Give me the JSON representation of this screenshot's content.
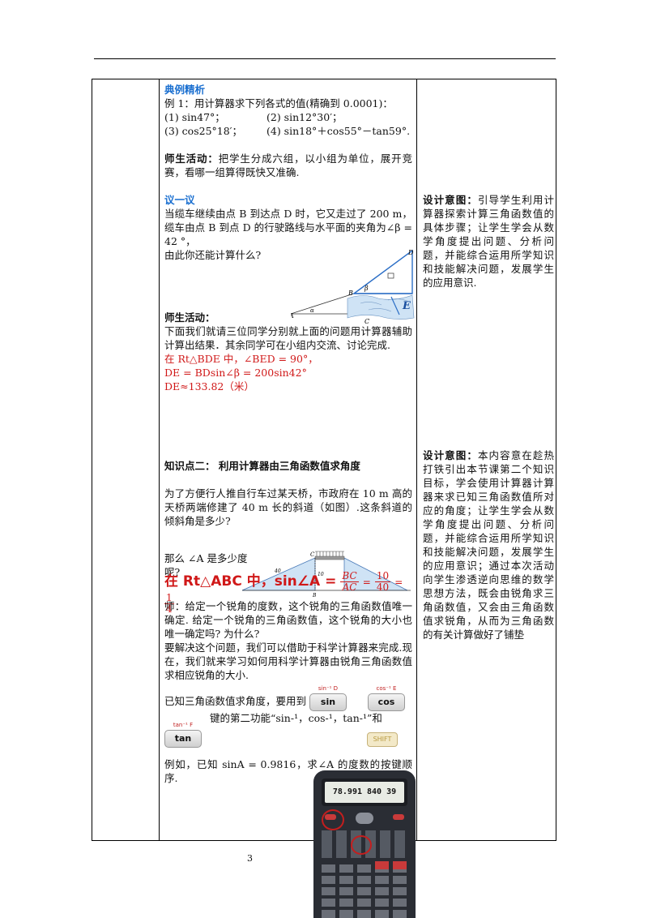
{
  "example": {
    "heading": "典例精析",
    "problem": "例 1：用计算器求下列各式的值(精确到 0.0001)：",
    "item1": "(1) sin47°；",
    "item2": "(2) sin12°30′；",
    "item3": "(3) cos25°18′；",
    "item4": "(4) sin18°＋cos55°－tan59°.",
    "activity_label": "师生活动：",
    "activity_text": "把学生分成六组，以小组为单位，展开竞赛，看哪一组算得既快又准确."
  },
  "discuss": {
    "heading": "议一议",
    "text": "当缆车继续由点 B 到达点 D 时，它又走过了 200 m，缆车由点 B 到点 D 的行驶路线与水平面的夹角为∠β = 42 °，",
    "question": "由此你还能计算什么?",
    "activity_label": "师生活动：",
    "activity_text": "下面我们就请三位同学分别就上面的问题用计算器辅助计算出结果．其余同学可在小组内交流、讨论完成.",
    "sol1": "在 Rt△BDE 中，∠BED = 90°，",
    "sol2": "DE = BDsin∠β = 200sin42°",
    "sol3": "DE≈133.82（米）"
  },
  "figure1": {
    "label_d": "D",
    "label_b": "B",
    "label_a": "A",
    "label_c": "C",
    "label_e": "E",
    "label_beta": "β",
    "label_alpha": "α"
  },
  "knowledge": {
    "heading": "知识点二：  利用计算器由三角函数值求角度",
    "problem": "为了方便行人推自行车过某天桥，市政府在 10 m 高的天桥两端修建了 40 m 长的斜道（如图）.这条斜道的倾斜角是多少?",
    "question": "那么 ∠A 是多少度呢?",
    "formula_prefix": "在 Rt△ABC 中，sin∠A =",
    "frac1_num": "BC",
    "frac1_den": "AC",
    "frac2_num": "10",
    "frac2_den": "40",
    "frac3_num": "1",
    "frac3_den": "4",
    "eq": "=",
    "teacher": "师：给定一个锐角的度数，这个锐角的三角函数值唯一确定. 给定一个锐角的三角函数值，这个锐角的大小也唯一确定吗? 为什么?",
    "solve": "要解决这个问题，我们可以借助于科学计算器来完成.现在，我们就来学习如何用科学计算器由锐角三角函数值求相应锐角的大小.",
    "keys_text1": "已知三角函数值求角度，要用到",
    "keys_text2": "键的第二功能“sin-¹，cos-¹，tan-¹”和",
    "example": "例如，已知 sinA = 0.9816，求∠A 的度数的按键顺序."
  },
  "figure2": {
    "label_c": "C",
    "label_b": "B",
    "label_40": "40",
    "label_10": "10"
  },
  "keys": {
    "sin": "sin",
    "sin_cap": "sin⁻¹ D",
    "cos": "cos",
    "cos_cap": "cos⁻¹ E",
    "tan": "tan",
    "tan_cap": "tan⁻¹ F",
    "shift": "SHIFT"
  },
  "calculator": {
    "display": "78.991 840 39"
  },
  "design1": {
    "label": "设计意图：",
    "text": "引导学生利用计算器探索计算三角函数值的具体步骤；让学生学会从数学角度提出问题、分析问题，并能综合运用所学知识和技能解决问题，发展学生的应用意识."
  },
  "design2": {
    "label": "设计意图：",
    "text": "本内容意在趁热打铁引出本节课第二个知识目标，学会使用计算器计算器来求已知三角函数值所对应的角度；让学生学会从数学角度提出问题、分析问题，并能综合运用所学知识和技能解决问题，发展学生的应用意识；通过本次活动向学生渗透逆向思维的数学思想方法，既会由锐角求三角函数值，又会由三角函数值求锐角，从而为三角函数的有关计算做好了铺垫"
  },
  "page_number": "3"
}
